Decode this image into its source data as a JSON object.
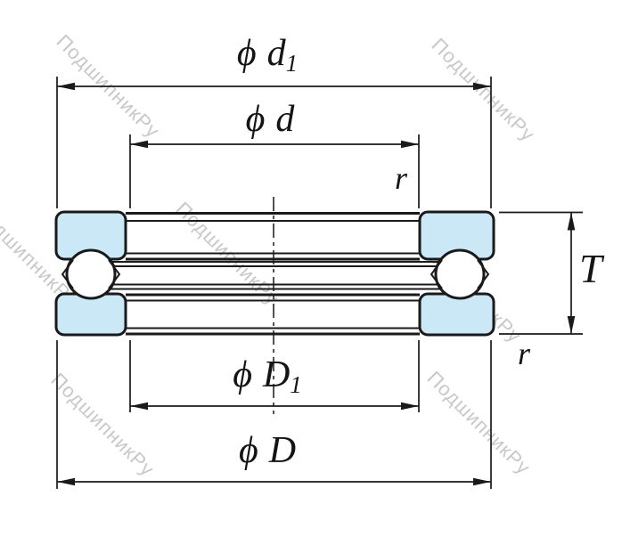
{
  "watermark": {
    "text": "ПодшипникРу"
  },
  "labels": {
    "d1": {
      "phi": "ϕ",
      "letter": "d",
      "sub": "1"
    },
    "d": {
      "phi": "ϕ",
      "letter": "d"
    },
    "D1": {
      "phi": "ϕ",
      "letter": "D",
      "sub": "1"
    },
    "D": {
      "phi": "ϕ",
      "letter": "D"
    },
    "T": {
      "letter": "T"
    },
    "r_top": {
      "letter": "r"
    },
    "r_bottom": {
      "letter": "r"
    }
  },
  "colors": {
    "outline": "#1a1a1a",
    "section_fill": "#cbe8f6",
    "watermark": "#c8c8c8"
  }
}
